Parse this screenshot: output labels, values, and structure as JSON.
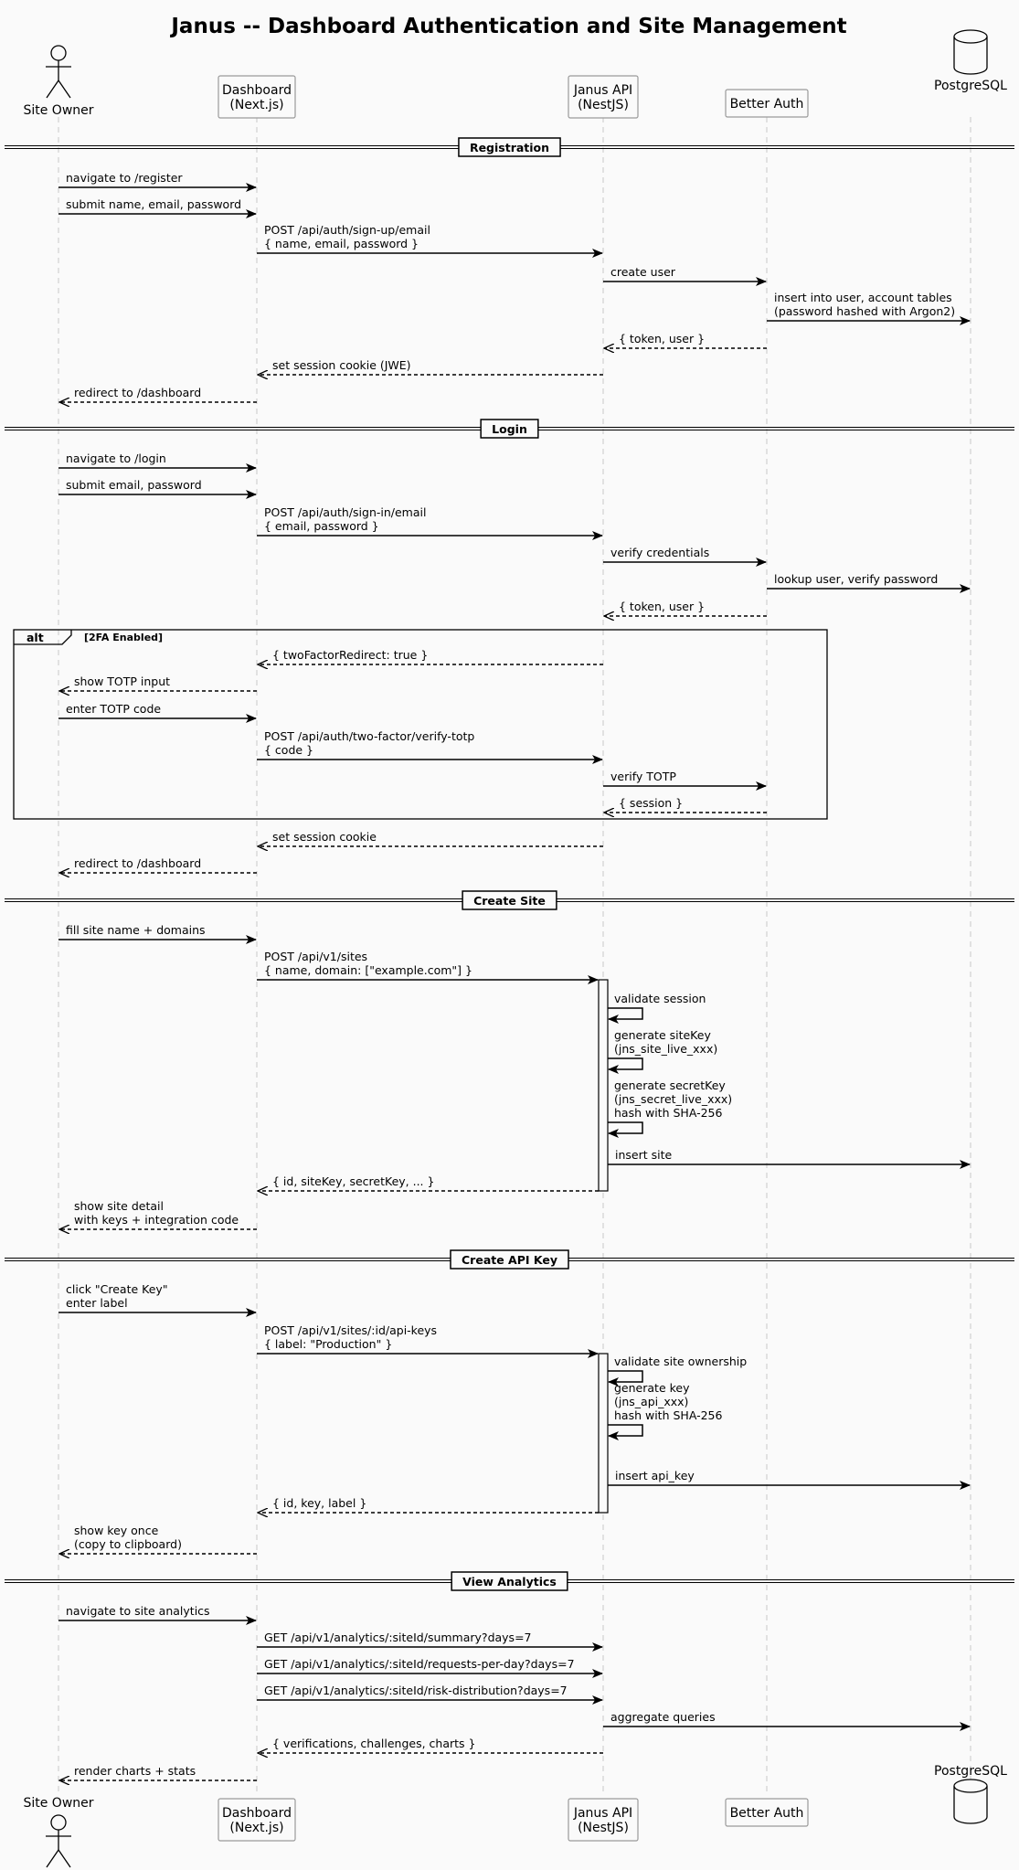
{
  "title": "Janus -- Dashboard Authentication and Site Management",
  "participants": [
    {
      "id": "owner",
      "kind": "actor",
      "label": [
        "Site Owner"
      ]
    },
    {
      "id": "dash",
      "kind": "box",
      "label": [
        "Dashboard",
        "(Next.js)"
      ]
    },
    {
      "id": "api",
      "kind": "box",
      "label": [
        "Janus API",
        "(NestJS)"
      ]
    },
    {
      "id": "auth",
      "kind": "box",
      "label": [
        "Better Auth"
      ]
    },
    {
      "id": "db",
      "kind": "database",
      "label": [
        "PostgreSQL"
      ]
    }
  ],
  "sections": [
    {
      "label": "Registration"
    },
    {
      "label": "Login"
    },
    {
      "label": "Create Site"
    },
    {
      "label": "Create API Key"
    },
    {
      "label": "View Analytics"
    }
  ],
  "fragment": {
    "keyword": "alt",
    "condition": "[2FA Enabled]"
  },
  "messages": [
    {
      "from": "owner",
      "to": "dash",
      "type": "sync",
      "text": [
        "navigate to /register"
      ]
    },
    {
      "from": "owner",
      "to": "dash",
      "type": "sync",
      "text": [
        "submit name, email, password"
      ]
    },
    {
      "from": "dash",
      "to": "api",
      "type": "sync",
      "text": [
        "POST /api/auth/sign-up/email",
        "{ name, email, password }"
      ]
    },
    {
      "from": "api",
      "to": "auth",
      "type": "sync",
      "text": [
        "create user"
      ]
    },
    {
      "from": "auth",
      "to": "db",
      "type": "sync",
      "text": [
        "insert into user, account tables",
        "(password hashed with Argon2)"
      ]
    },
    {
      "from": "auth",
      "to": "api",
      "type": "reply",
      "text": [
        "{ token, user }"
      ]
    },
    {
      "from": "api",
      "to": "dash",
      "type": "reply",
      "text": [
        "set session cookie (JWE)"
      ]
    },
    {
      "from": "dash",
      "to": "owner",
      "type": "reply",
      "text": [
        "redirect to /dashboard"
      ]
    },
    {
      "from": "owner",
      "to": "dash",
      "type": "sync",
      "text": [
        "navigate to /login"
      ]
    },
    {
      "from": "owner",
      "to": "dash",
      "type": "sync",
      "text": [
        "submit email, password"
      ]
    },
    {
      "from": "dash",
      "to": "api",
      "type": "sync",
      "text": [
        "POST /api/auth/sign-in/email",
        "{ email, password }"
      ]
    },
    {
      "from": "api",
      "to": "auth",
      "type": "sync",
      "text": [
        "verify credentials"
      ]
    },
    {
      "from": "auth",
      "to": "db",
      "type": "sync",
      "text": [
        "lookup user, verify password"
      ]
    },
    {
      "from": "auth",
      "to": "api",
      "type": "reply",
      "text": [
        "{ token, user }"
      ]
    },
    {
      "from": "api",
      "to": "dash",
      "type": "reply",
      "text": [
        "{ twoFactorRedirect: true }"
      ]
    },
    {
      "from": "dash",
      "to": "owner",
      "type": "reply",
      "text": [
        "show TOTP input"
      ]
    },
    {
      "from": "owner",
      "to": "dash",
      "type": "sync",
      "text": [
        "enter TOTP code"
      ]
    },
    {
      "from": "dash",
      "to": "api",
      "type": "sync",
      "text": [
        "POST /api/auth/two-factor/verify-totp",
        "{ code }"
      ]
    },
    {
      "from": "api",
      "to": "auth",
      "type": "sync",
      "text": [
        "verify TOTP"
      ]
    },
    {
      "from": "auth",
      "to": "api",
      "type": "reply",
      "text": [
        "{ session }"
      ]
    },
    {
      "from": "api",
      "to": "dash",
      "type": "reply",
      "text": [
        "set session cookie"
      ]
    },
    {
      "from": "dash",
      "to": "owner",
      "type": "reply",
      "text": [
        "redirect to /dashboard"
      ]
    },
    {
      "from": "owner",
      "to": "dash",
      "type": "sync",
      "text": [
        "fill site name + domains"
      ]
    },
    {
      "from": "dash",
      "to": "api",
      "type": "sync",
      "text": [
        "POST /api/v1/sites",
        "{ name, domain: [\"example.com\"] }"
      ]
    },
    {
      "from": "api",
      "to": "api",
      "type": "self",
      "text": [
        "validate session"
      ]
    },
    {
      "from": "api",
      "to": "api",
      "type": "self",
      "text": [
        "generate siteKey",
        "(jns_site_live_xxx)"
      ]
    },
    {
      "from": "api",
      "to": "api",
      "type": "self",
      "text": [
        "generate secretKey",
        "(jns_secret_live_xxx)",
        "hash with SHA-256"
      ]
    },
    {
      "from": "api",
      "to": "db",
      "type": "sync",
      "text": [
        "insert site"
      ]
    },
    {
      "from": "api",
      "to": "dash",
      "type": "reply",
      "text": [
        "{ id, siteKey, secretKey, ... }"
      ]
    },
    {
      "from": "dash",
      "to": "owner",
      "type": "reply",
      "text": [
        "show site detail",
        "with keys + integration code"
      ]
    },
    {
      "from": "owner",
      "to": "dash",
      "type": "sync",
      "text": [
        "click \"Create Key\"",
        "enter label"
      ]
    },
    {
      "from": "dash",
      "to": "api",
      "type": "sync",
      "text": [
        "POST /api/v1/sites/:id/api-keys",
        "{ label: \"Production\" }"
      ]
    },
    {
      "from": "api",
      "to": "api",
      "type": "self",
      "text": [
        "validate site ownership"
      ]
    },
    {
      "from": "api",
      "to": "api",
      "type": "self",
      "text": [
        "generate key",
        "(jns_api_xxx)",
        "hash with SHA-256"
      ]
    },
    {
      "from": "api",
      "to": "db",
      "type": "sync",
      "text": [
        "insert api_key"
      ]
    },
    {
      "from": "api",
      "to": "dash",
      "type": "reply",
      "text": [
        "{ id, key, label }"
      ]
    },
    {
      "from": "dash",
      "to": "owner",
      "type": "reply",
      "text": [
        "show key once",
        "(copy to clipboard)"
      ]
    },
    {
      "from": "owner",
      "to": "dash",
      "type": "sync",
      "text": [
        "navigate to site analytics"
      ]
    },
    {
      "from": "dash",
      "to": "api",
      "type": "sync",
      "text": [
        "GET /api/v1/analytics/:siteId/summary?days=7"
      ]
    },
    {
      "from": "dash",
      "to": "api",
      "type": "sync",
      "text": [
        "GET /api/v1/analytics/:siteId/requests-per-day?days=7"
      ]
    },
    {
      "from": "dash",
      "to": "api",
      "type": "sync",
      "text": [
        "GET /api/v1/analytics/:siteId/risk-distribution?days=7"
      ]
    },
    {
      "from": "api",
      "to": "db",
      "type": "sync",
      "text": [
        "aggregate queries"
      ]
    },
    {
      "from": "api",
      "to": "dash",
      "type": "reply",
      "text": [
        "{ verifications, challenges, charts }"
      ]
    },
    {
      "from": "dash",
      "to": "owner",
      "type": "reply",
      "text": [
        "render charts + stats"
      ]
    }
  ]
}
